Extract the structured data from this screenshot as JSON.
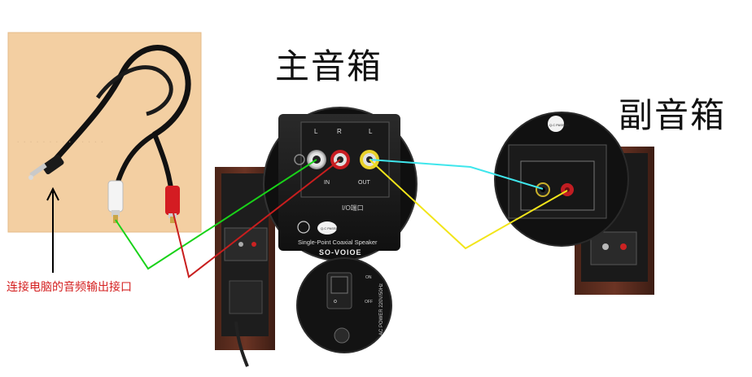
{
  "titles": {
    "main_speaker": "主音箱",
    "sub_speaker": "副音箱"
  },
  "caption": "连接电脑的音频输出接口",
  "main_panel": {
    "channel_left": "L",
    "channel_right": "R",
    "channel_out": "L",
    "in_label": "IN",
    "out_label": "OUT",
    "io_label": "I/O端口",
    "qc_badge": "Q.C PASSED",
    "product_desc": "Single-Point Coaxial Speaker",
    "brand": "SO-VOIOE"
  },
  "power_panel": {
    "on_label": "ON",
    "off_label": "OFF",
    "power_spec": "AC POWER 220V/50Hz"
  },
  "sub_panel": {
    "qc_badge": "Q.C PASSED"
  },
  "colors": {
    "wire_green": "#19d219",
    "wire_red": "#c81e1e",
    "wire_cyan": "#3fe6ec",
    "wire_yellow": "#f2e51a",
    "caption_red": "#d42020"
  }
}
